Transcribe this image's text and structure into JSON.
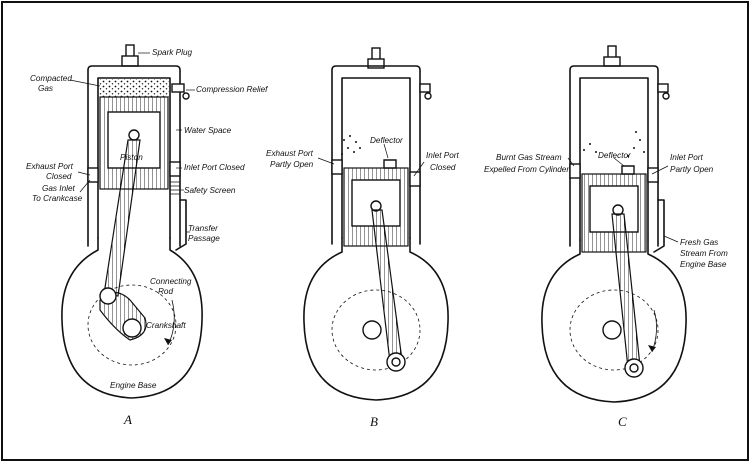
{
  "diagrams": [
    {
      "caption": "A",
      "labels": {
        "spark_plug": "Spark Plug",
        "compacted_gas_1": "Compacted",
        "compacted_gas_2": "Gas",
        "compression_relief": "Compression Relief",
        "water_space": "Water Space",
        "piston": "Piston",
        "exhaust_port_closed_1": "Exhaust Port",
        "exhaust_port_closed_2": "Closed",
        "inlet_port_closed": "Inlet Port Closed",
        "gas_inlet_1": "Gas Inlet",
        "gas_inlet_2": "To Crankcase",
        "safety_screen": "Safety Screen",
        "transfer_passage_1": "Transfer",
        "transfer_passage_2": "Passage",
        "connecting_rod_1": "Connecting",
        "connecting_rod_2": "Rod",
        "crankshaft": "Crankshaft",
        "engine_base": "Engine Base"
      }
    },
    {
      "caption": "B",
      "labels": {
        "deflector": "Deflector",
        "exhaust_port_open_1": "Exhaust Port",
        "exhaust_port_open_2": "Partly Open",
        "inlet_port_closed_1": "Inlet Port",
        "inlet_port_closed_2": "Closed"
      }
    },
    {
      "caption": "C",
      "labels": {
        "burnt_gas_1": "Burnt Gas Stream",
        "burnt_gas_2": "Expelled From Cylinder",
        "deflector": "Deflector",
        "inlet_port_open_1": "Inlet Port",
        "inlet_port_open_2": "Partly Open",
        "fresh_gas_1": "Fresh Gas",
        "fresh_gas_2": "Stream From",
        "fresh_gas_3": "Engine Base"
      }
    }
  ]
}
